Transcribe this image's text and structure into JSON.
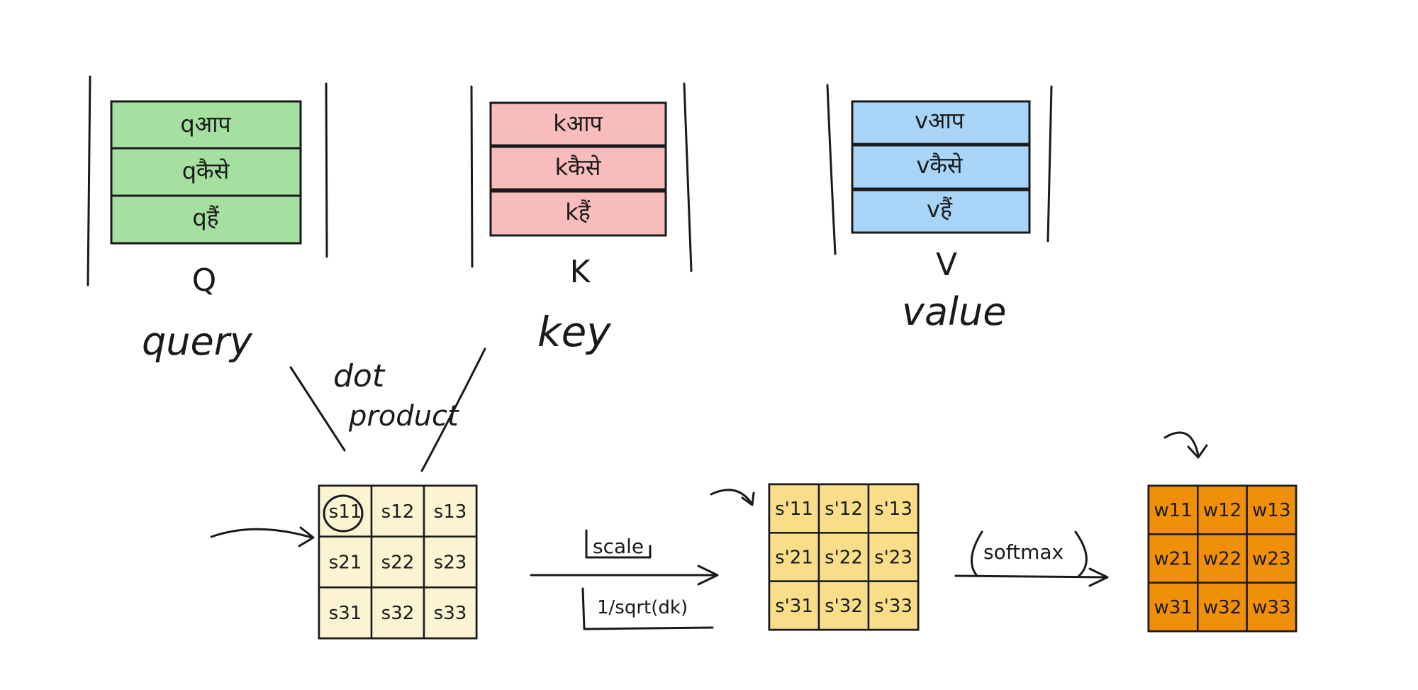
{
  "colors": {
    "query_fill": "#a6e0a0",
    "key_fill": "#f7bcbc",
    "value_fill": "#a8d4f7",
    "scores_fill": "#fbf3d2",
    "scaled_fill": "#f9de8a",
    "weights_fill": "#f0900a",
    "ink": "#1a1a1a"
  },
  "matrices": {
    "q": {
      "rows": [
        "qआप",
        "qकैसे",
        "qहैं"
      ],
      "symbol": "Q",
      "caption": "query"
    },
    "k": {
      "rows": [
        "kआप",
        "kकैसे",
        "kहैं"
      ],
      "symbol": "K",
      "caption": "key"
    },
    "v": {
      "rows": [
        "vआप",
        "vकैसे",
        "vहैं"
      ],
      "symbol": "V",
      "caption": "value"
    }
  },
  "dot_product": {
    "line1": "dot",
    "line2": "product"
  },
  "scores": {
    "cells": [
      "s11",
      "s12",
      "s13",
      "s21",
      "s22",
      "s23",
      "s31",
      "s32",
      "s33"
    ]
  },
  "scale_step": {
    "label": "scale",
    "formula": "1/sqrt(dk)"
  },
  "scaled": {
    "cells": [
      "s'11",
      "s'12",
      "s'13",
      "s'21",
      "s'22",
      "s'23",
      "s'31",
      "s'32",
      "s'33"
    ]
  },
  "softmax_step": {
    "label": "softmax"
  },
  "weights": {
    "cells": [
      "w11",
      "w12",
      "w13",
      "w21",
      "w22",
      "w23",
      "w31",
      "w32",
      "w33"
    ]
  }
}
